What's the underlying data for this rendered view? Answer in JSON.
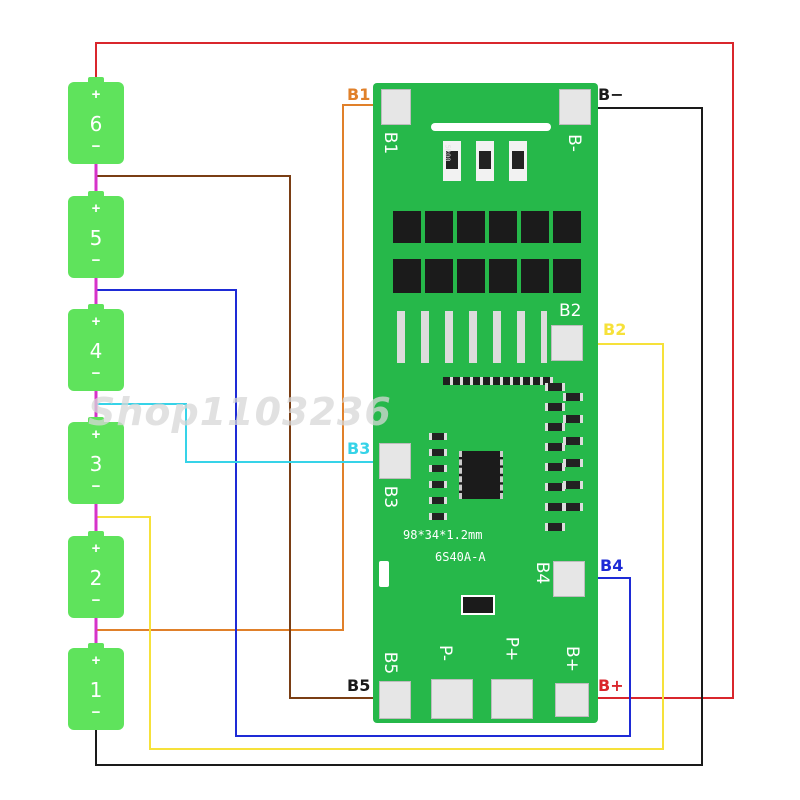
{
  "cells": [
    {
      "number": "6",
      "plus": "+",
      "minus": "−"
    },
    {
      "number": "5",
      "plus": "+",
      "minus": "−"
    },
    {
      "number": "4",
      "plus": "+",
      "minus": "−"
    },
    {
      "number": "3",
      "plus": "+",
      "minus": "−"
    },
    {
      "number": "2",
      "plus": "+",
      "minus": "−"
    },
    {
      "number": "1",
      "plus": "+",
      "minus": "−"
    }
  ],
  "wire_labels": {
    "b1": "B1",
    "b_minus": "B−",
    "b2": "B2",
    "b3": "B3",
    "b4": "B4",
    "b5": "B5",
    "b_plus": "B+"
  },
  "board": {
    "silk_b1": "B1",
    "silk_bminus": "B-",
    "silk_b2": "B2",
    "silk_b3": "B3",
    "silk_b4": "B4",
    "silk_b5": "B5",
    "silk_pminus": "P-",
    "silk_pplus": "P+",
    "silk_bplus": "B+",
    "dimensions": "98*34*1.2mm",
    "model": "6S40A-A",
    "resistor_code": "5R00"
  },
  "watermark": "Shop1103236",
  "colors": {
    "red": "#d9262c",
    "black": "#1a1a1a",
    "orange": "#e0802a",
    "brown": "#7a3e14",
    "blue": "#1e2bd6",
    "cyan": "#36d3e8",
    "yellow": "#f6e13a",
    "magenta": "#d633c9",
    "cell_green": "#5fe35c",
    "pcb_green": "#26b84a"
  }
}
